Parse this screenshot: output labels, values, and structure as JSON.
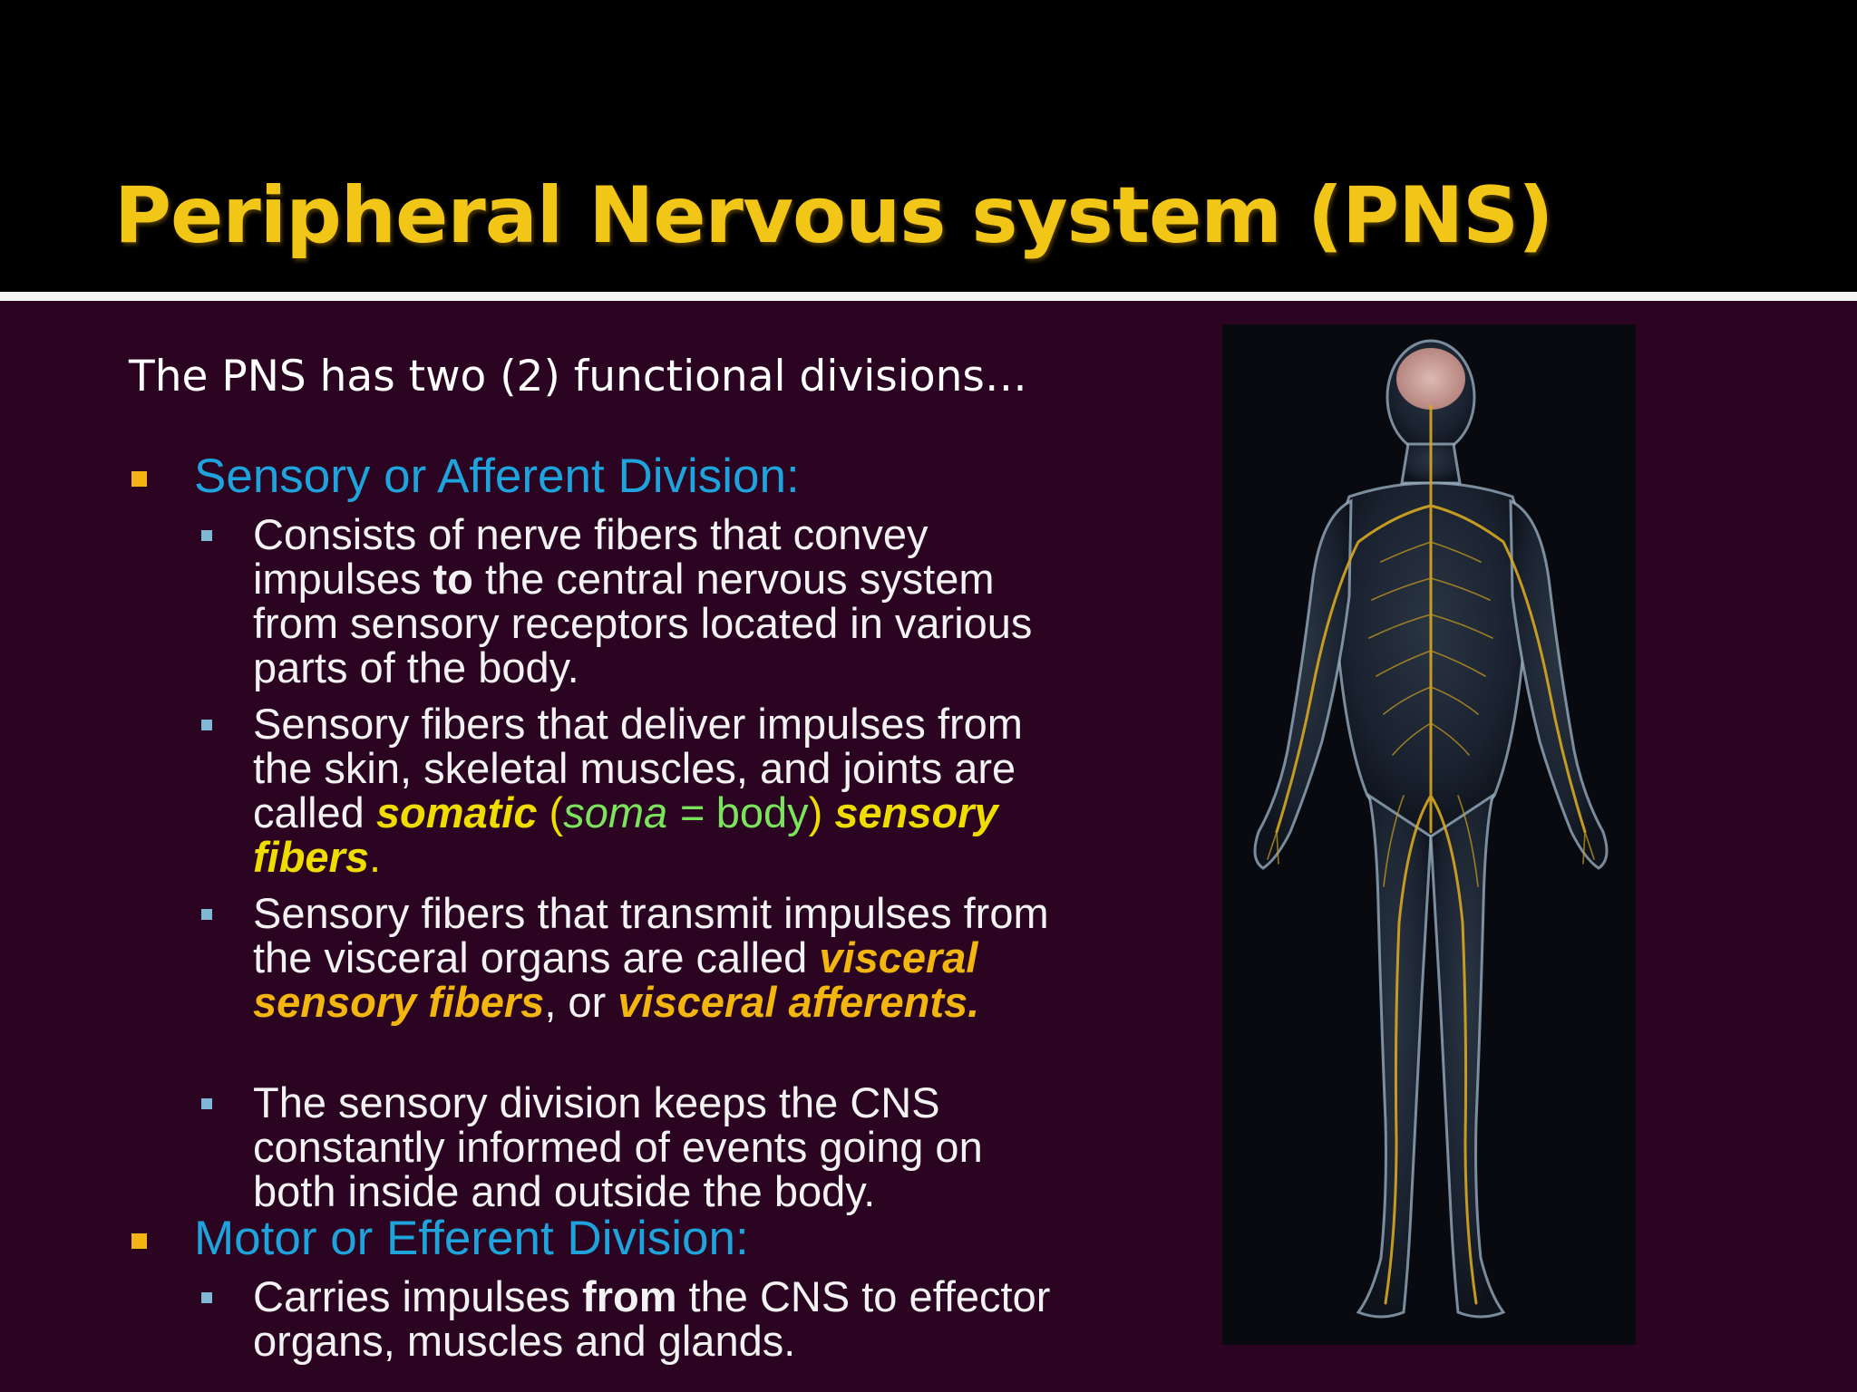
{
  "slide": {
    "title": "Peripheral Nervous system (PNS)",
    "intro": "The PNS has two (2) functional divisions…",
    "sensory": {
      "heading": "Sensory or Afferent Division:",
      "p1": {
        "a": "Consists of nerve fibers that convey impulses ",
        "b": "to",
        "c": " the central nervous system from sensory receptors located in various parts of the body."
      },
      "p2": {
        "a": "Sensory fibers that deliver impulses from the skin, skeletal muscles, and joints are called ",
        "b": "somatic",
        "c": " (",
        "d": "soma =",
        "e": " body",
        "f": ")",
        "g": " sensory fibers",
        "h": "."
      },
      "p3": {
        "a": "Sensory fibers that transmit impulses from the visceral organs are called ",
        "b": "visceral sensory fibers",
        "c": ", or ",
        "d": "visceral afferents."
      },
      "p4": "The sensory division keeps the CNS constantly informed of events going on both inside and outside the body."
    },
    "motor": {
      "heading": "Motor or Efferent Division:",
      "p1": {
        "a": "Carries impulses ",
        "b": "from",
        "c": " the CNS to effector organs, muscles and glands."
      }
    }
  },
  "colors": {
    "background": "#2a0420",
    "title": "#f2c616",
    "heading": "#1ea3dc",
    "highlight_yellow": "#f0dd00",
    "highlight_gold": "#f2b60f",
    "highlight_green": "#7be35c"
  }
}
